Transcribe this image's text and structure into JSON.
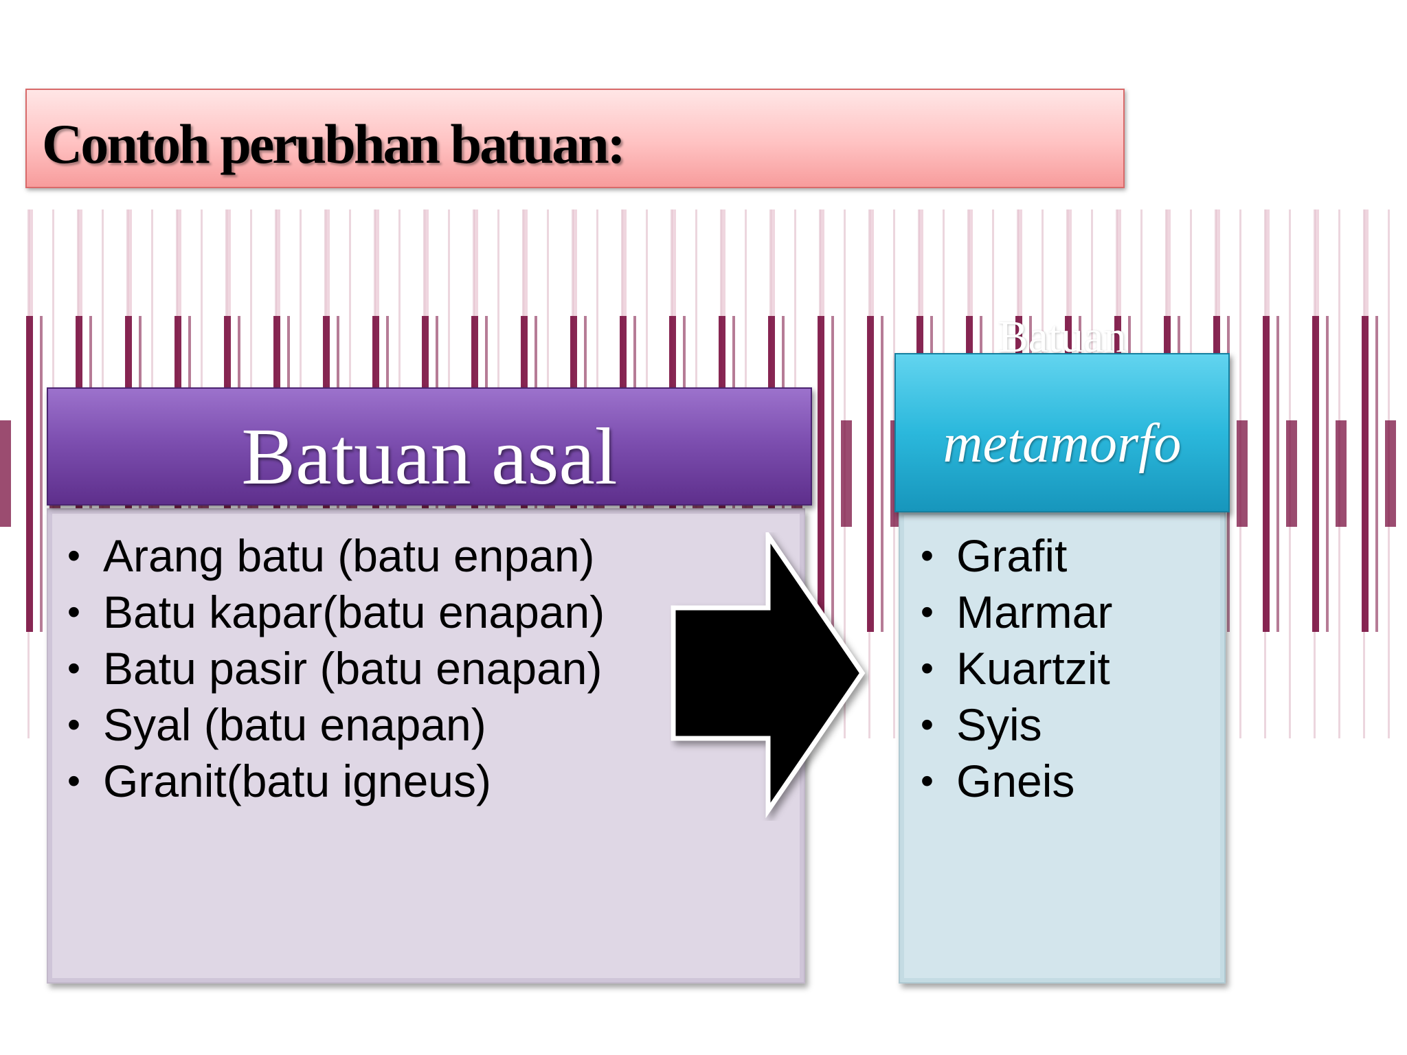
{
  "slide": {
    "title": "Contoh perubhan batuan:"
  },
  "left_panel": {
    "header": "Batuan asal",
    "items": [
      "Arang batu (batu enpan)",
      "Batu kapar(batu enapan)",
      "Batu pasir (batu enapan)",
      "Syal (batu enapan)",
      "Granit(batu igneus)"
    ]
  },
  "right_panel": {
    "header_line1": "Batuan",
    "header_line2": "metamorfo",
    "items": [
      "Grafit",
      "Marmar",
      "Kuartzit",
      "Syis",
      "Gneis"
    ]
  },
  "arrow": {
    "icon": "right-arrow-icon",
    "fill": "#000000"
  },
  "colors": {
    "title_bar": "#ffc2c2",
    "left_header": "#7d4fb0",
    "left_body": "#dfd7e5",
    "right_header": "#2bb8dc",
    "right_body": "#d3e5ec",
    "stripe": "#7a1040"
  }
}
